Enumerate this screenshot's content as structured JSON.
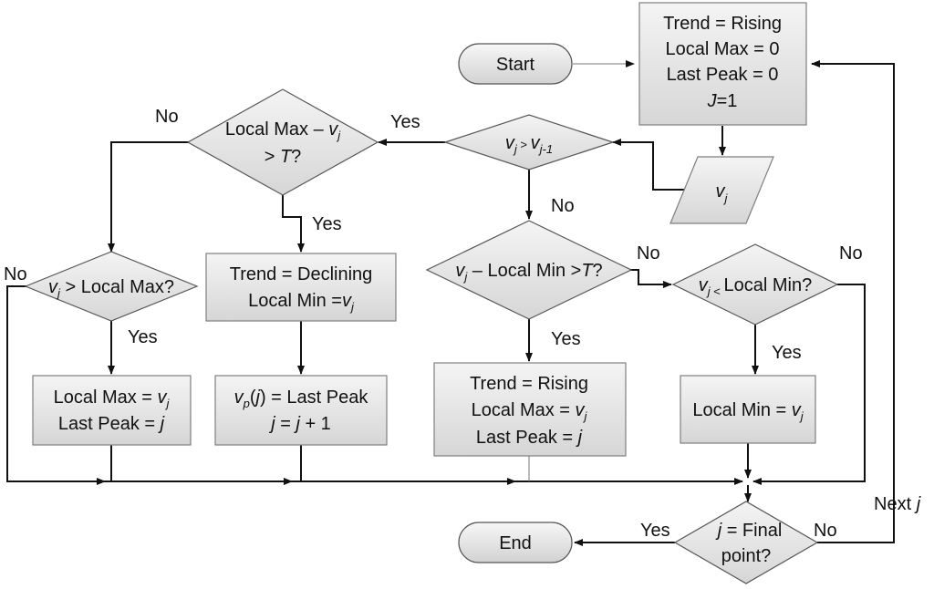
{
  "start": "Start",
  "end": "End",
  "init": [
    "Trend = Rising",
    "Local Max = 0",
    "Last Peak = 0"
  ],
  "init_j": {
    "var": "J",
    "rest": "=1"
  },
  "input": {
    "var": "v",
    "sub": "j"
  },
  "d_compare": {
    "a": "v",
    "a_sub": "j",
    "op": " > ",
    "b": "v",
    "b_sub": "j-1"
  },
  "d_localmax_drop": {
    "l1a": "Local Max – ",
    "v": "v",
    "sub": "j",
    "l2a": "> ",
    "T": "T",
    "l2b": "?"
  },
  "d_gt_localmax": {
    "v": "v",
    "sub": "j",
    "rest": " > Local Max?"
  },
  "d_localmin_rise": {
    "v": "v",
    "sub": "j",
    "rest": " – Local Min >",
    "T": "T",
    "q": "?"
  },
  "d_lt_localmin": {
    "v": "v",
    "sub": "j",
    "op": " < ",
    "rest": "Local Min?"
  },
  "d_final": {
    "l1a": "j",
    "l1b": " = Final",
    "l2": "point?"
  },
  "b_declining": {
    "l1": "Trend = Declining",
    "l2a": "Local Min =",
    "v": "v",
    "sub": "j"
  },
  "b_update_max": {
    "l1a": "Local Max = ",
    "v": "v",
    "sub": "j",
    "l2a": "Last Peak = ",
    "j": "j"
  },
  "b_record_peak": {
    "l1a": "v",
    "l1sub": "p",
    "l1b": "(",
    "l1j": "j",
    "l1c": ") = Last Peak",
    "l2a": "j",
    "l2b": " = ",
    "l2c": "j",
    "l2d": " + 1"
  },
  "b_rising": {
    "l1": "Trend = Rising",
    "l2a": "Local Max = ",
    "v": "v",
    "sub": "j",
    "l3a": "Last Peak = ",
    "j": "j"
  },
  "b_update_min": {
    "l1a": "Local Min = ",
    "v": "v",
    "sub": "j"
  },
  "labels": {
    "yes": "Yes",
    "no": "No",
    "next": "Next ",
    "next_j": "j"
  }
}
